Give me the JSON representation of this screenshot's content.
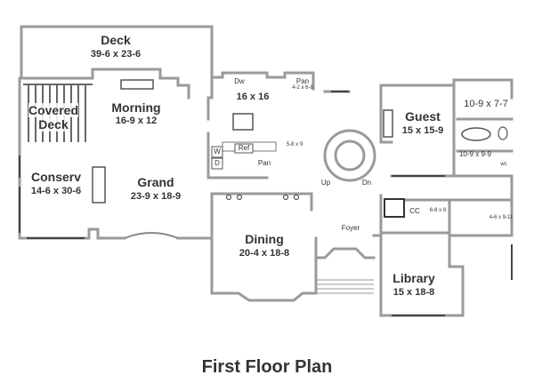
{
  "rooms": {
    "deck": {
      "name": "Deck",
      "size": "39-6 x 23-6"
    },
    "covered_deck": {
      "name": "Covered Deck"
    },
    "morning": {
      "name": "Morning",
      "size": "16-9 x 12"
    },
    "conserv": {
      "name": "Conserv",
      "size": "14-6 x 30-6"
    },
    "grand": {
      "name": "Grand",
      "size": "23-9 x 18-9"
    },
    "kitchen": {
      "size": "16 x 16"
    },
    "guest": {
      "name": "Guest",
      "size": "15 x 15-9"
    },
    "guest_closet": {
      "size": "10-9 x 7-7"
    },
    "guest_bath": {
      "size": "10-9 x 9-9"
    },
    "dining": {
      "name": "Dining",
      "size": "20-4 x 18-8"
    },
    "foyer": {
      "name": "Foyer"
    },
    "library": {
      "name": "Library",
      "size": "15 x 18-8"
    }
  },
  "small_labels": {
    "dw": "Dw",
    "pan_top": "Pan",
    "pan_top_size": "4-2 x 6-8",
    "ref": "Ref",
    "pan": "Pan",
    "half_bath": "5-8 x 9",
    "w": "W",
    "d": "D",
    "up": "Up",
    "dn": "Dn",
    "cc": "CC",
    "powder": "6-8 x 8",
    "stair_closet": "4-6 x 9-11",
    "bath_tag": "wc"
  },
  "caption": "First Floor Plan"
}
